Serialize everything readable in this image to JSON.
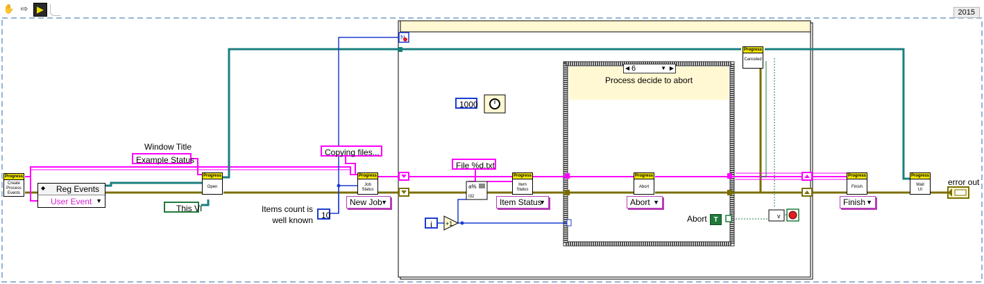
{
  "version": "2015",
  "toolbar": {
    "icons": [
      "hand-icon",
      "arrow-icon",
      "run-icon"
    ]
  },
  "constants": {
    "window_title_label": "Window Title",
    "example_status": "Example Status",
    "copying_files": "Copying files...",
    "file_format": "File %d.txt",
    "items_count_label_line1": "Items count is",
    "items_count_label_line2": "well known",
    "items_count_value": "10",
    "wait_ms": "1000",
    "this_vi": "This VI",
    "abort_label": "Abort",
    "abort_bool": "T",
    "loop_index": "i",
    "error_out": "error out"
  },
  "reg_events": {
    "label": "Reg Events",
    "user_event": "User Event"
  },
  "rings": {
    "new_job": "New Job",
    "item_status": "Item Status",
    "abort": "Abort",
    "finish": "Finish"
  },
  "case_structure": {
    "selector_value": "6",
    "text": "Process decide to abort"
  },
  "subvis": {
    "create": [
      "Progress",
      "Create",
      "Process",
      "Events"
    ],
    "open": [
      "Progress",
      "Open"
    ],
    "job_status": [
      "Progress",
      "Job",
      "Status"
    ],
    "item_status": [
      "Progress",
      "Item",
      "Status"
    ],
    "abort": [
      "Progress",
      "Abort"
    ],
    "cancelled": [
      "Progress",
      "Canceled"
    ],
    "finish": [
      "Progress",
      "Finish"
    ],
    "wait_ui": [
      "Progress",
      "Wait",
      "UI"
    ]
  },
  "colors": {
    "string_wire": "#ff00ff",
    "error_wire": "#7a6e00",
    "int_wire": "#1a3bd1",
    "ref_wire": "#1a7e7e",
    "bool_wire": "#1f7a3a"
  }
}
